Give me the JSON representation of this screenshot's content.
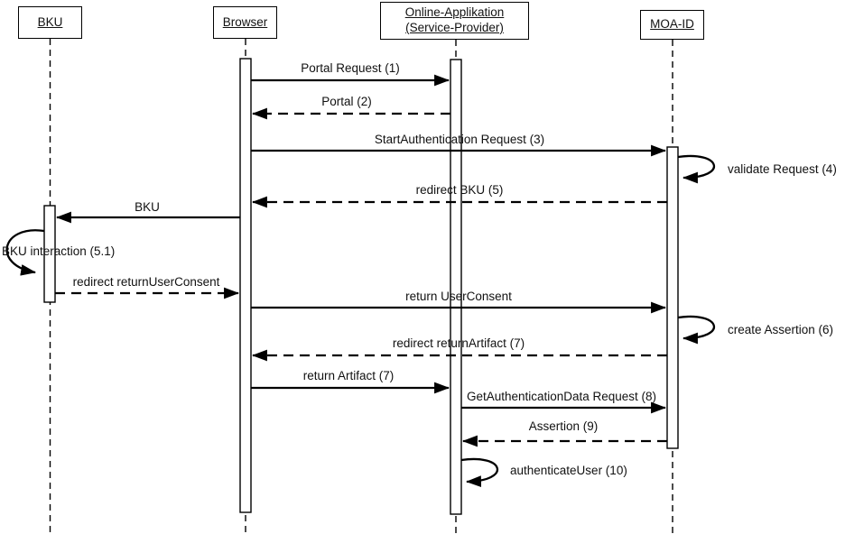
{
  "diagram_type": "uml-sequence",
  "colors": {
    "line": "#000000",
    "text": "#111111",
    "background": "#ffffff"
  },
  "actors": [
    {
      "name": "BKU"
    },
    {
      "name": "Browser"
    },
    {
      "name": "Online-Applikation (Service-Provider)"
    },
    {
      "name": "MOA-ID"
    }
  ],
  "messages": [
    {
      "label": "Portal Request (1)",
      "from": "Browser",
      "to": "Online-Applikation",
      "type": "solid"
    },
    {
      "label": "Portal (2)",
      "from": "Online-Applikation",
      "to": "Browser",
      "type": "dashed"
    },
    {
      "label": "StartAuthentication Request (3)",
      "from": "Browser",
      "to": "MOA-ID",
      "type": "solid"
    },
    {
      "label": "validate Request (4)",
      "actor": "MOA-ID",
      "type": "self"
    },
    {
      "label": "redirect BKU (5)",
      "from": "MOA-ID",
      "to": "Browser",
      "type": "dashed"
    },
    {
      "label": "BKU",
      "from": "Browser",
      "to": "BKU",
      "type": "solid"
    },
    {
      "label": "BKU interaction (5.1)",
      "actor": "BKU",
      "type": "self"
    },
    {
      "label": "redirect returnUserConsent",
      "from": "BKU",
      "to": "Browser",
      "type": "dashed"
    },
    {
      "label": "return UserConsent",
      "from": "Browser",
      "to": "MOA-ID",
      "type": "solid"
    },
    {
      "label": "create Assertion (6)",
      "actor": "MOA-ID",
      "type": "self"
    },
    {
      "label": "redirect returnArtifact (7)",
      "from": "MOA-ID",
      "to": "Browser",
      "type": "dashed"
    },
    {
      "label": "return Artifact (7)",
      "from": "Browser",
      "to": "Online-Applikation",
      "type": "solid"
    },
    {
      "label": "GetAuthenticationData Request (8)",
      "from": "Online-Applikation",
      "to": "MOA-ID",
      "type": "solid"
    },
    {
      "label": "Assertion (9)",
      "from": "MOA-ID",
      "to": "Online-Applikation",
      "type": "dashed"
    },
    {
      "label": "authenticateUser (10)",
      "actor": "Online-Applikation",
      "type": "self"
    }
  ]
}
